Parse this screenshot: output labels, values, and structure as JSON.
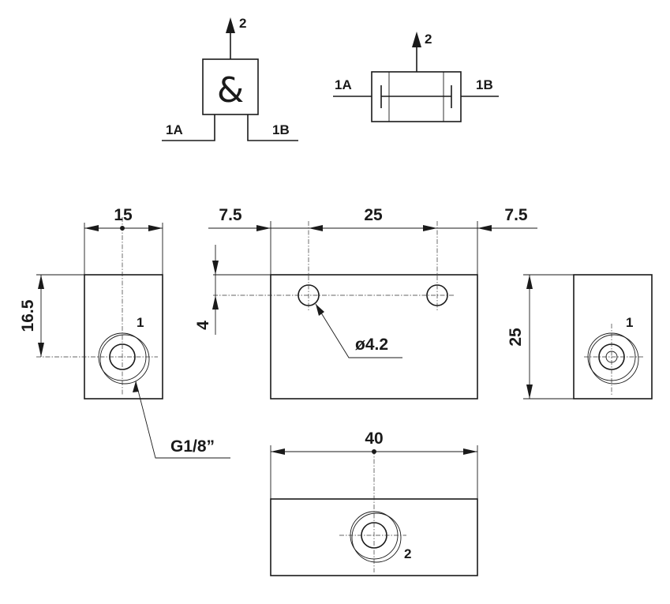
{
  "symbols": {
    "and_gate": {
      "glyph": "&",
      "out": "2",
      "in_a": "1A",
      "in_b": "1B"
    },
    "shuttle": {
      "out": "2",
      "in_a": "1A",
      "in_b": "1B"
    }
  },
  "dimensions": {
    "side_width": "15",
    "side_height": "16.5",
    "front_left_offset": "7.5",
    "front_spacing": "25",
    "front_right_offset": "7.5",
    "hole_offset": "4",
    "hole_dia": "ø4.2",
    "thread": "G1/8”",
    "right_height": "25",
    "bottom_width": "40"
  },
  "ports": {
    "left_view": "1",
    "right_view": "1",
    "bottom_view": "2"
  }
}
